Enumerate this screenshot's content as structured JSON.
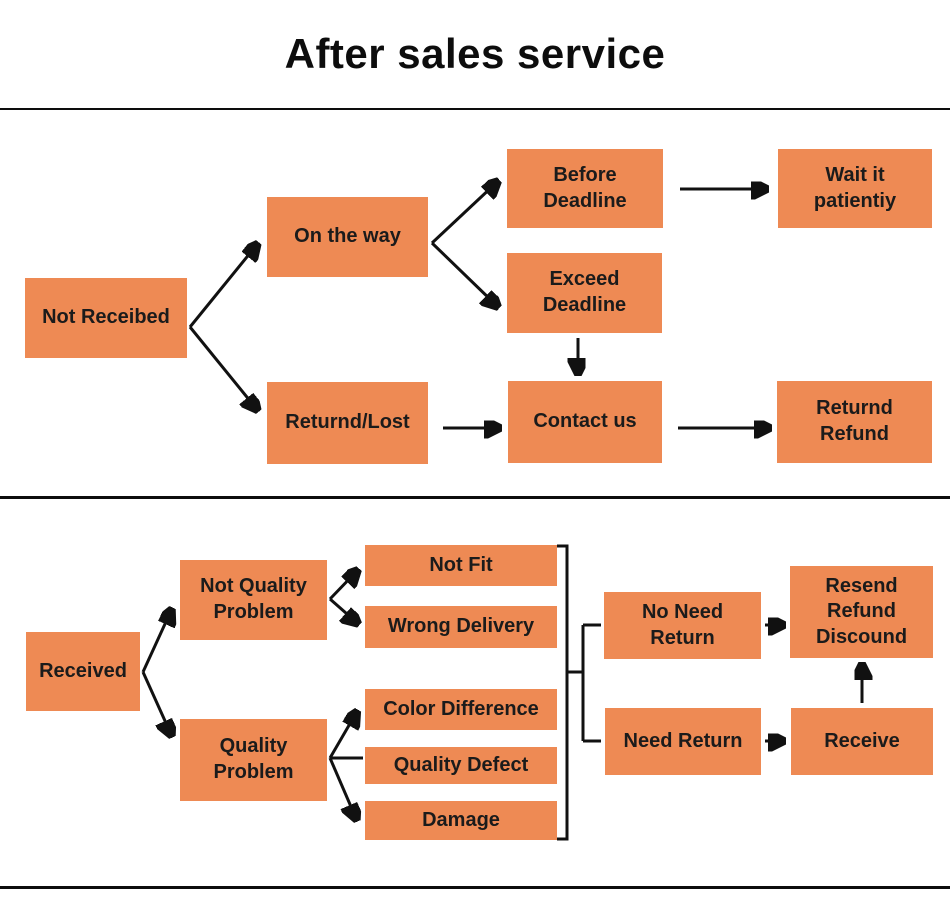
{
  "title": "After sales service",
  "colors": {
    "box": "#EE8A54",
    "text": "#1B1B1B",
    "line": "#111111",
    "bg": "#FFFFFF"
  },
  "nodes": {
    "not_received": "Not Receibed",
    "on_the_way": "On the way",
    "before_deadline": "Before\nDeadline",
    "wait_it_patiently": "Wait it\npatientiy",
    "exceed_deadline": "Exceed\nDeadline",
    "returned_lost": "Returnd/Lost",
    "contact_us": "Contact us",
    "returned_refund": "Returnd\nRefund",
    "received": "Received",
    "not_quality_problem": "Not Quality\nProblem",
    "not_fit": "Not Fit",
    "wrong_delivery": "Wrong Delivery",
    "quality_problem": "Quality\nProblem",
    "color_difference": "Color Difference",
    "quality_defect": "Quality Defect",
    "damage": "Damage",
    "no_need_return": "No Need\nReturn",
    "need_return": "Need Return",
    "resend_refund_discount": "Resend\nRefund\nDiscound",
    "receive": "Receive"
  }
}
